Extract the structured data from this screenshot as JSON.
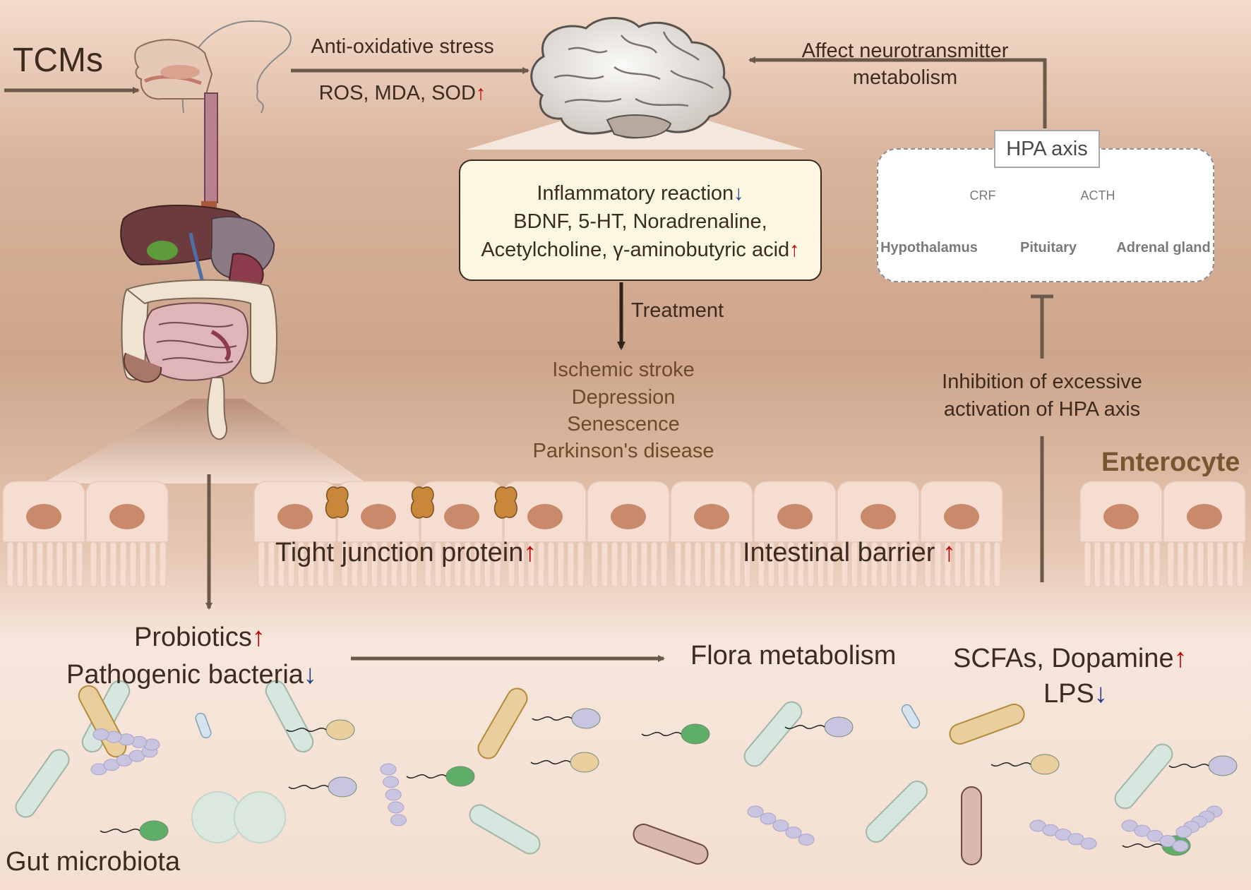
{
  "colors": {
    "arrow": "#6b5a4a",
    "up_arrow": "#c00000",
    "down_arrow": "#1f3e8a",
    "cell_fill": "#f5ddd1",
    "nucleus": "#c98a6c",
    "box_fill": "#fbf7e0"
  },
  "tcms": {
    "label": "TCMs"
  },
  "anti_oxidative": {
    "title": "Anti-oxidative stress",
    "markers": "ROS, MDA, SOD",
    "markers_trend": "↑"
  },
  "brain_box": {
    "line1": "Inflammatory reaction",
    "line1_trend": "↓",
    "line2": "BDNF, 5-HT, Noradrenaline,",
    "line3": "Acetylcholine, γ-aminobutyric acid",
    "line3_trend": "↑"
  },
  "treatment": {
    "label": "Treatment",
    "diseases": [
      "Ischemic stroke",
      "Depression",
      "Senescence",
      "Parkinson's disease"
    ]
  },
  "neurotransmitter": {
    "line1": "Affect neurotransmitter",
    "line2": "metabolism"
  },
  "hpa": {
    "title": "HPA axis",
    "organs": [
      "Hypothalamus",
      "Pituitary",
      "Adrenal gland"
    ],
    "hormones": [
      "CRF",
      "ACTH"
    ]
  },
  "hpa_inhibition": {
    "line1": "Inhibition of excessive",
    "line2": "activation of HPA axis"
  },
  "enterocyte": {
    "label": "Enterocyte"
  },
  "barrier": {
    "tight_junction": "Tight junction protein",
    "tight_junction_trend": "↑",
    "intestinal_barrier": "Intestinal barrier ",
    "intestinal_barrier_trend": "↑"
  },
  "microbiota": {
    "probiotics": "Probiotics",
    "probiotics_trend": "↑",
    "pathogenic": "Pathogenic bacteria",
    "pathogenic_trend": "↓",
    "flora": "Flora metabolism",
    "metabolites": "SCFAs, Dopamine",
    "metabolites_trend": "↑",
    "lps": "LPS",
    "lps_trend": "↓",
    "gut_label": "Gut microbiota"
  }
}
